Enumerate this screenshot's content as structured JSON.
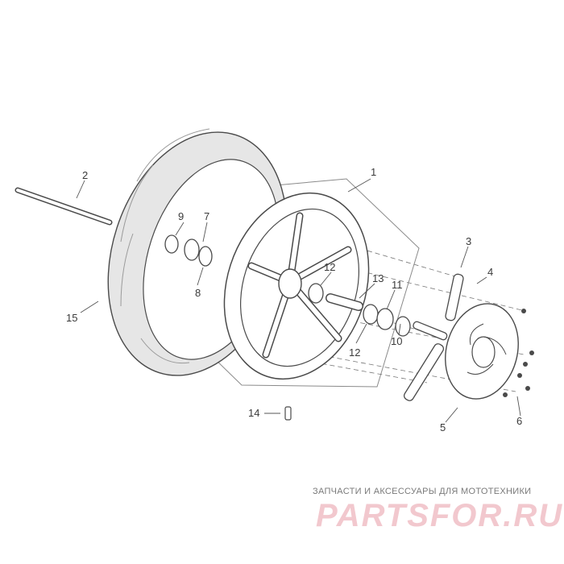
{
  "callouts": {
    "n1": "1",
    "n2": "2",
    "n3": "3",
    "n4": "4",
    "n5": "5",
    "n6": "6",
    "n7": "7",
    "n8": "8",
    "n9": "9",
    "n10": "10",
    "n11": "11",
    "n12a": "12",
    "n12b": "12",
    "n13": "13",
    "n14": "14",
    "n15": "15"
  },
  "watermark": {
    "tagline": "ЗАПЧАСТИ И АКСЕССУАРЫ ДЛЯ МОТОТЕХНИКИ",
    "logo": "PARTSFOR.RU"
  },
  "colors": {
    "line": "#4a4a4a",
    "tire_shade": "#d8d8d8",
    "watermark": "#f2c8ce"
  }
}
